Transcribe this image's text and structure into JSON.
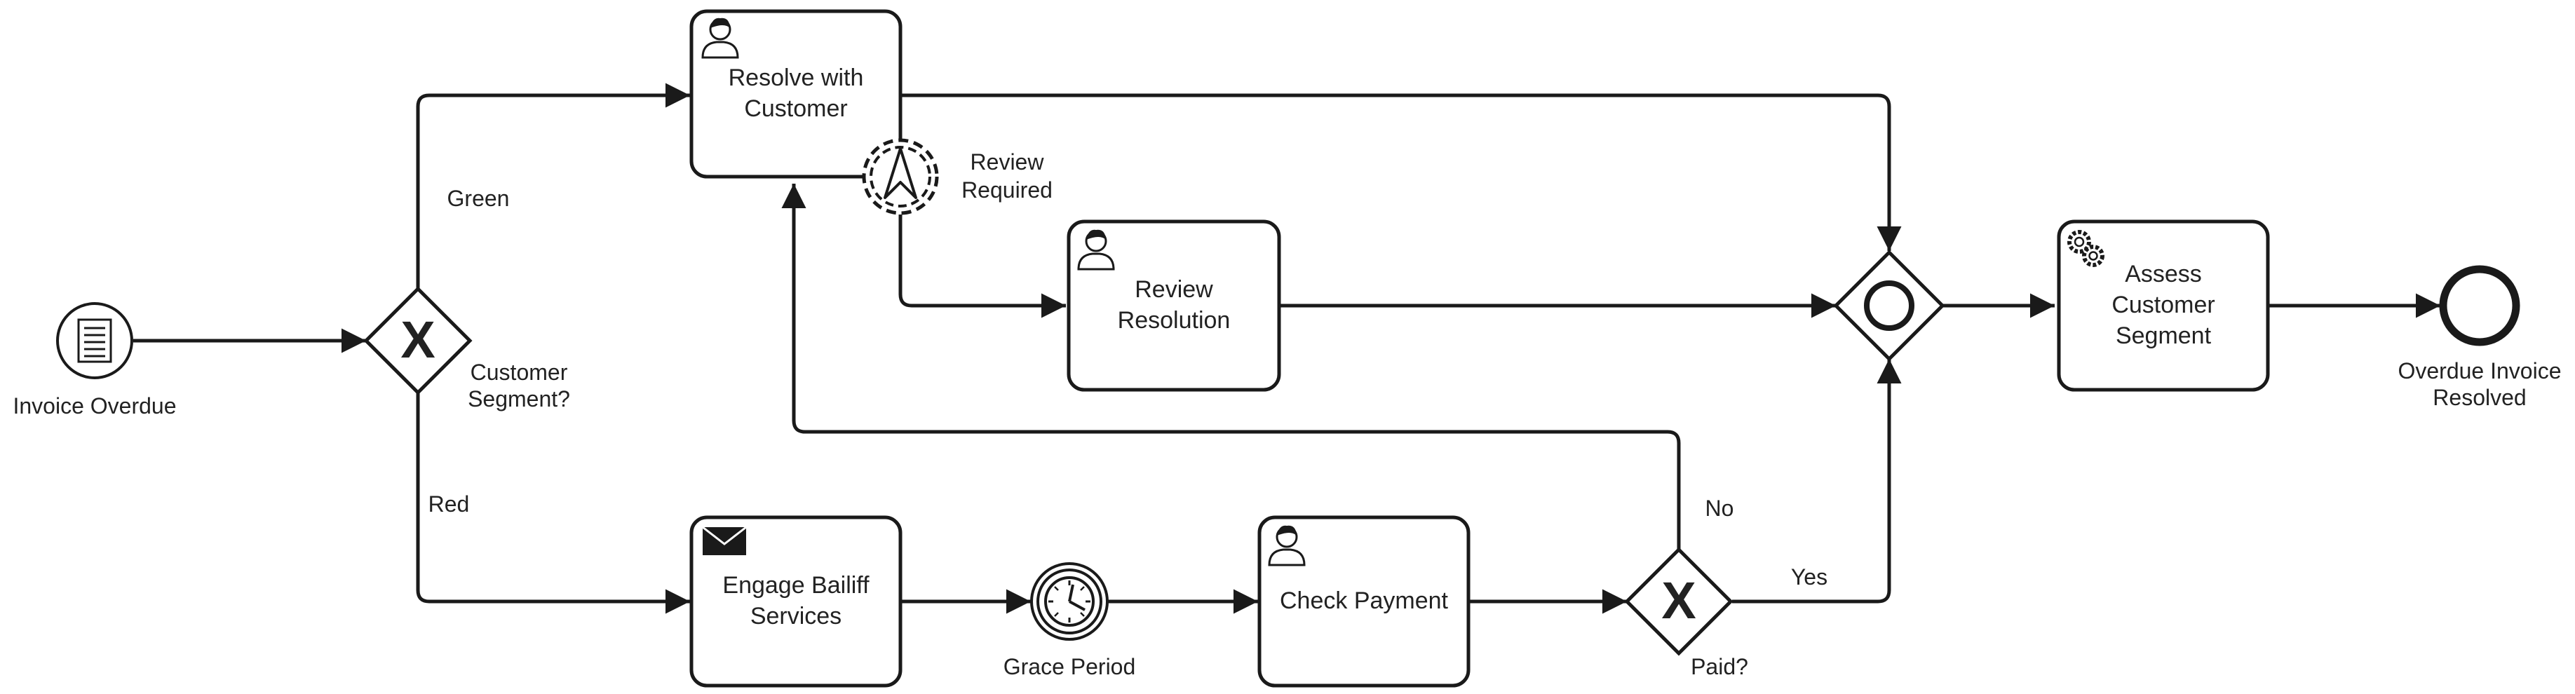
{
  "diagram": {
    "events": {
      "start": {
        "label": "Invoice Overdue",
        "icon": "document-icon"
      },
      "timer": {
        "label": "Grace Period",
        "icon": "clock-icon"
      },
      "escalation": {
        "label_line1": "Review",
        "label_line2": "Required",
        "icon": "escalation-arrow-icon"
      },
      "end": {
        "label_line1": "Overdue Invoice",
        "label_line2": "Resolved"
      }
    },
    "gateways": {
      "segment": {
        "label_line1": "Customer",
        "label_line2": "Segment?",
        "type": "exclusive",
        "marker": "X"
      },
      "paid": {
        "label": "Paid?",
        "type": "exclusive",
        "marker": "X"
      },
      "merge": {
        "type": "inclusive"
      }
    },
    "tasks": {
      "resolve": {
        "line1": "Resolve with",
        "line2": "Customer",
        "type": "user-task",
        "icon": "user-icon"
      },
      "review": {
        "line1": "Review",
        "line2": "Resolution",
        "type": "user-task",
        "icon": "user-icon"
      },
      "bailiff": {
        "line1": "Engage Bailiff",
        "line2": "Services",
        "type": "send-task",
        "icon": "envelope-icon"
      },
      "payment": {
        "line1": "Check Payment",
        "type": "user-task",
        "icon": "user-icon"
      },
      "assess": {
        "line1": "Assess",
        "line2": "Customer",
        "line3": "Segment",
        "type": "service-task",
        "icon": "gear-icon"
      }
    },
    "flow_labels": {
      "green": "Green",
      "red": "Red",
      "no": "No",
      "yes": "Yes"
    },
    "colors": {
      "stroke": "#1a1a1a",
      "fill": "#ffffff",
      "text": "#222222"
    }
  }
}
